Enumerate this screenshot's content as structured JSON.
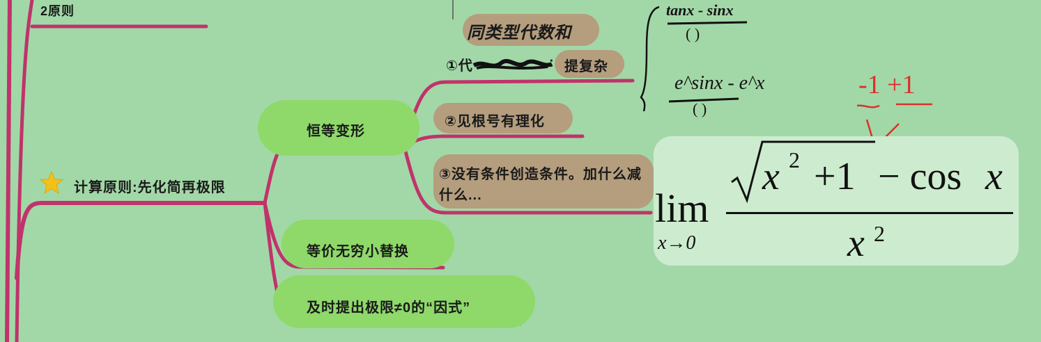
{
  "top_item": "2原则",
  "root": {
    "star_icon": "star-icon",
    "label": "计算原则:先化简再极限"
  },
  "branches": [
    {
      "label": "恒等变形"
    },
    {
      "label": "等价无穷小替换"
    },
    {
      "label": "及时提出极限≠0的“因式”"
    }
  ],
  "sub_items": [
    {
      "prefix": "①代",
      "tail": "提复杂",
      "handwritten_note": "同类型代数和"
    },
    {
      "label": "②见根号有理化"
    },
    {
      "label": "③没有条件创造条件。加什么减什么..."
    }
  ],
  "handwritten_formulas": {
    "first_numerator": "tanx - sinx",
    "second_numerator": "e^sinx - e^x",
    "parens": "(     )",
    "red_annotation": "-1  +1"
  },
  "formula": {
    "lim": "lim",
    "sub": "x→0",
    "x": "x",
    "exp": "2",
    "plus_one": "+1",
    "minus_cos": "− cos",
    "denominator_exp": "2"
  },
  "colors": {
    "background": "#a2d8a7",
    "branch": "#c0336b",
    "green_node": "#8ed96a",
    "brown_node": "#b49e7e",
    "formula_box": "#cdeccf",
    "annotation_red": "#d9302c"
  }
}
